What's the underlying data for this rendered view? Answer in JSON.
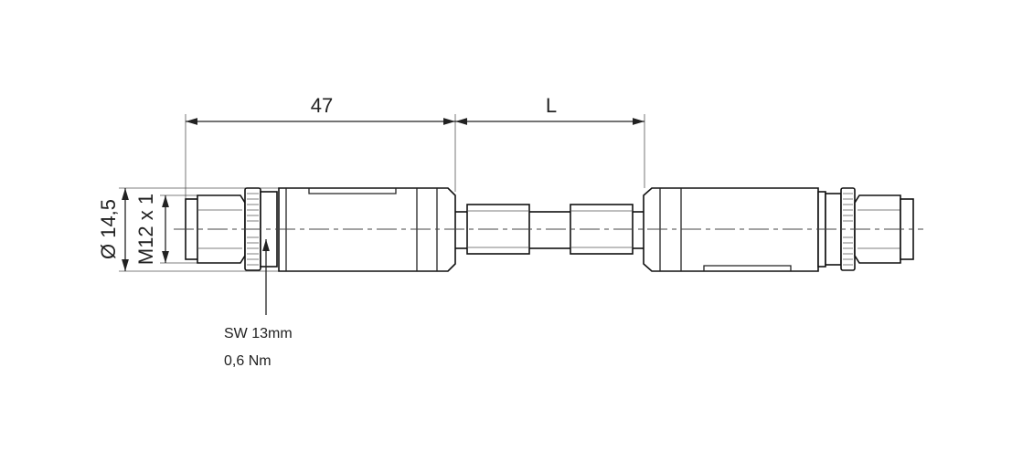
{
  "dimensions": {
    "length_left": "47",
    "length_cable": "L",
    "outer_diameter": "Ø 14,5",
    "thread": "M12 x 1"
  },
  "note": {
    "wrench_size": "SW 13mm",
    "torque": "0,6 Nm"
  }
}
